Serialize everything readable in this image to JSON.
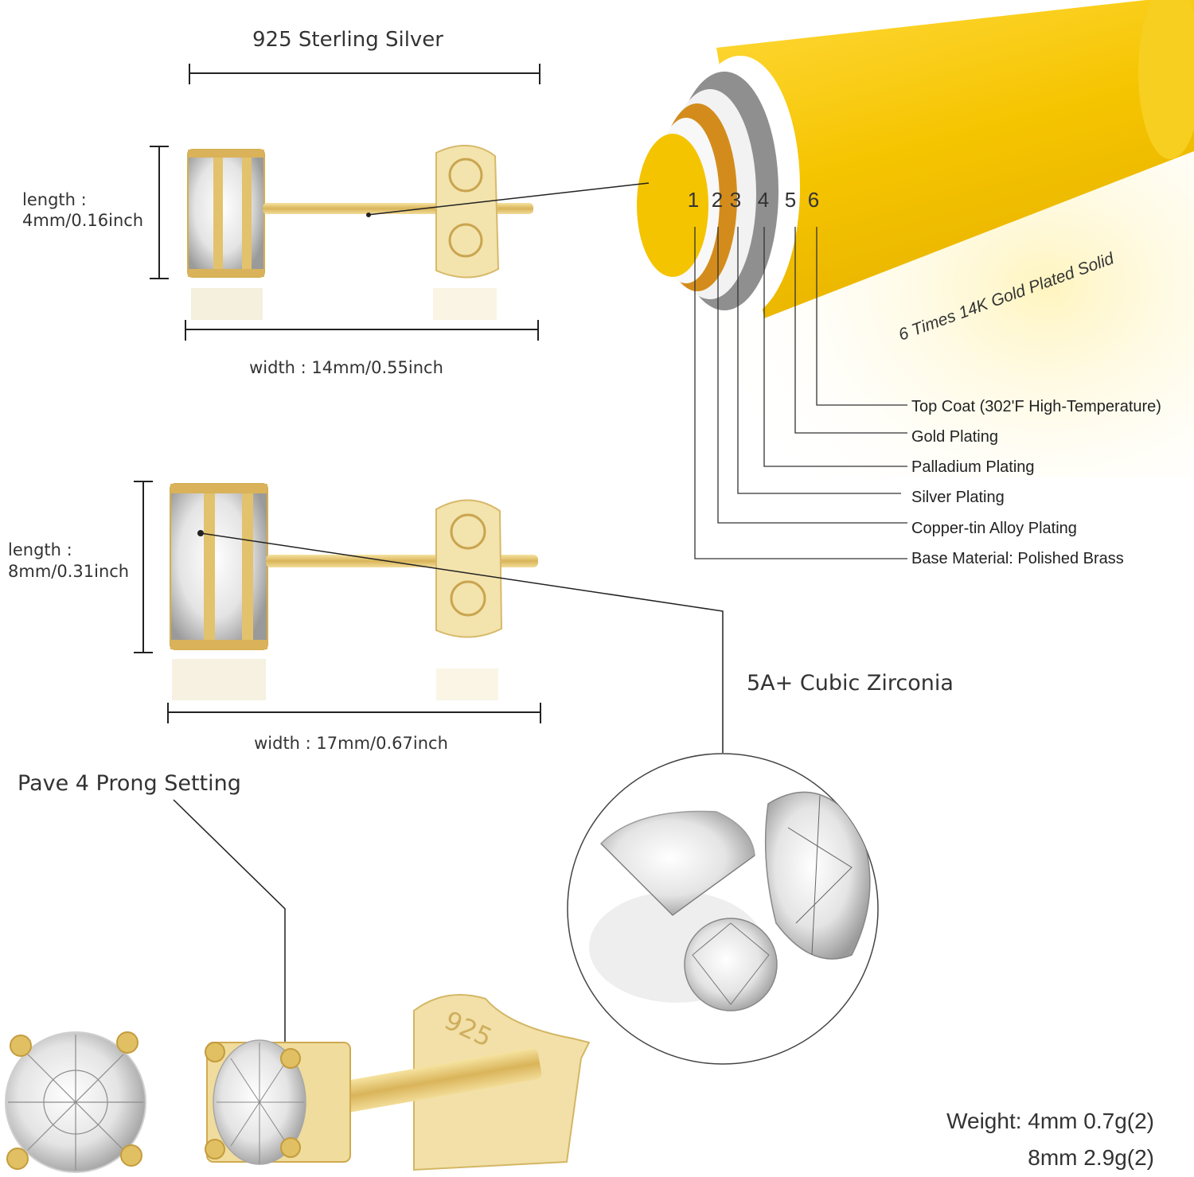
{
  "earring_small": {
    "material_label": "925 Sterling Silver",
    "length_label": "length :",
    "length_value": "4mm/0.16inch",
    "width_label": "width : 14mm/0.55inch"
  },
  "earring_large": {
    "length_label": "length :",
    "length_value": "8mm/0.31inch",
    "width_label": "width : 17mm/0.67inch"
  },
  "plating": {
    "caption": "6 Times 14K Gold Plated Solid",
    "layer_numbers": [
      "1",
      "2",
      "3",
      "4",
      "5",
      "6"
    ],
    "layers": [
      "Top Coat (302'F High-Temperature)",
      "Gold Plating",
      "Palladium Plating",
      "Silver Plating",
      "Copper-tin Alloy Plating",
      "Base Material: Polished Brass"
    ],
    "colors": {
      "gold": "#f5c800",
      "copper": "#d28a1a",
      "grey": "#8a8a8a",
      "white": "#f4f4f4"
    }
  },
  "stone_label": "5A+ Cubic Zirconia",
  "setting_label": "Pave 4 Prong Setting",
  "backing_stamp": "925",
  "weight": {
    "line1": "Weight: 4mm 0.7g(2)",
    "line2": "8mm 2.9g(2)"
  }
}
